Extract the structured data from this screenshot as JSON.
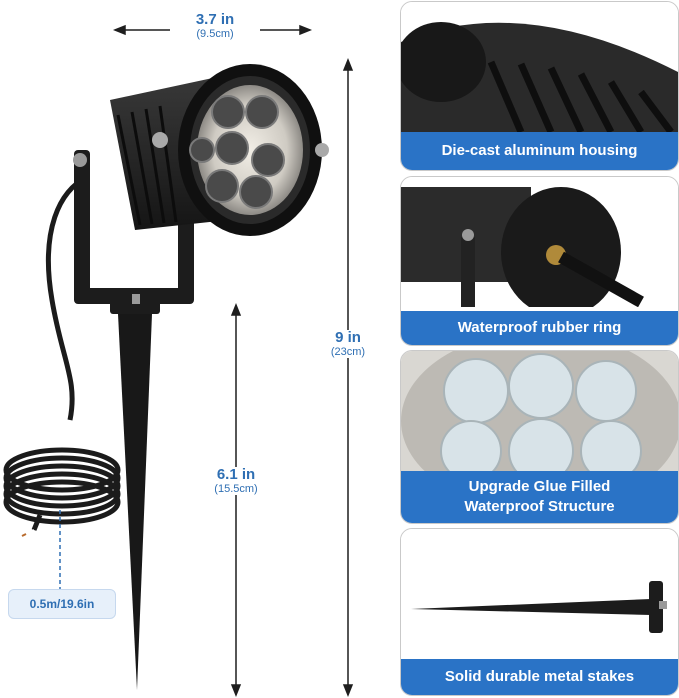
{
  "dimensions": {
    "width": {
      "main": "3.7 in",
      "sub": "(9.5cm)"
    },
    "height": {
      "main": "9 in",
      "sub": "(23cm)"
    },
    "stake": {
      "main": "6.1 in",
      "sub": "(15.5cm)"
    },
    "cable": "0.5m/19.6in"
  },
  "features": [
    {
      "label": "Die-cast aluminum housing"
    },
    {
      "label": "Waterproof rubber ring"
    },
    {
      "label_line1": "Upgrade Glue Filled",
      "label_line2": "Waterproof Structure"
    },
    {
      "label": "Solid durable metal stakes"
    }
  ],
  "colors": {
    "accent": "#2a73c6",
    "dimension": "#2f6fb3",
    "product": "#1e1e1e"
  }
}
